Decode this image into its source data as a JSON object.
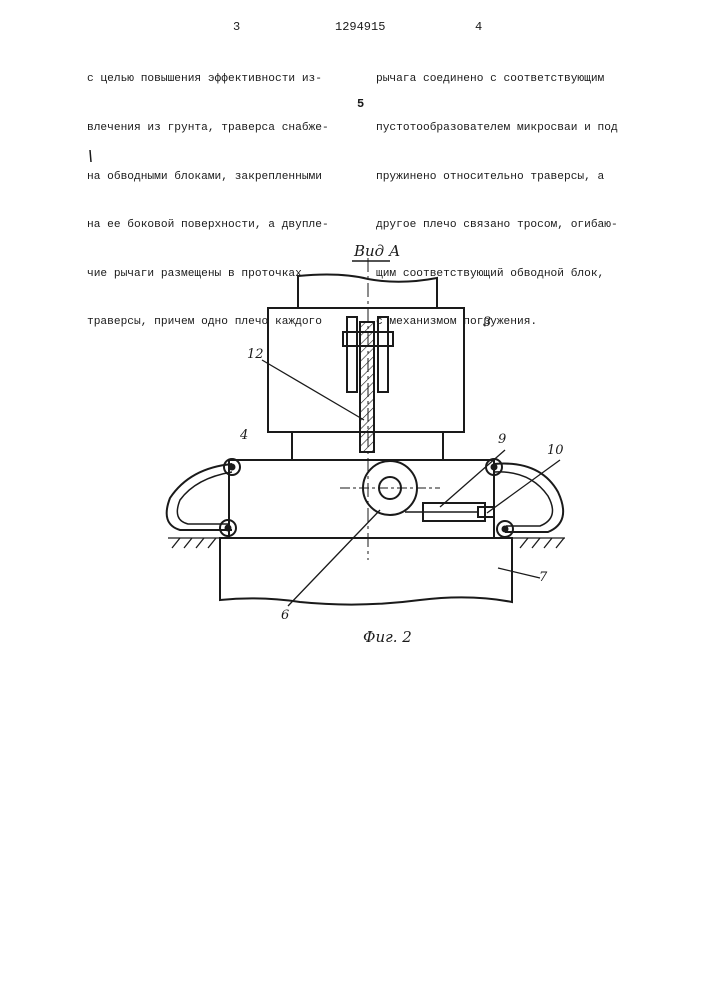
{
  "header": {
    "page_left": "3",
    "patent_number": "1294915",
    "page_right": "4"
  },
  "left_column": [
    "с целью повышения эффективности из-",
    "влечения из грунта, траверса снабже-",
    "на обводными блоками, закрепленными",
    "на ее боковой поверхности, а двупле-",
    "чие рычаги размещены в проточках",
    "траверсы, причем одно плечо каждого"
  ],
  "right_column": [
    "рычага соединено с соответствующим",
    "пустотообразователем микросваи и под",
    "пружинено относительно траверсы, а",
    "другое плечо связано тросом, огибаю-",
    "щим соответствующий обводной блок,",
    "с механизмом погружения."
  ],
  "line_marker": "5",
  "figure": {
    "view_label": "Вид А",
    "caption": "Фиг. 2",
    "callouts": [
      "3",
      "4",
      "12",
      "9",
      "10",
      "6",
      "7"
    ]
  }
}
